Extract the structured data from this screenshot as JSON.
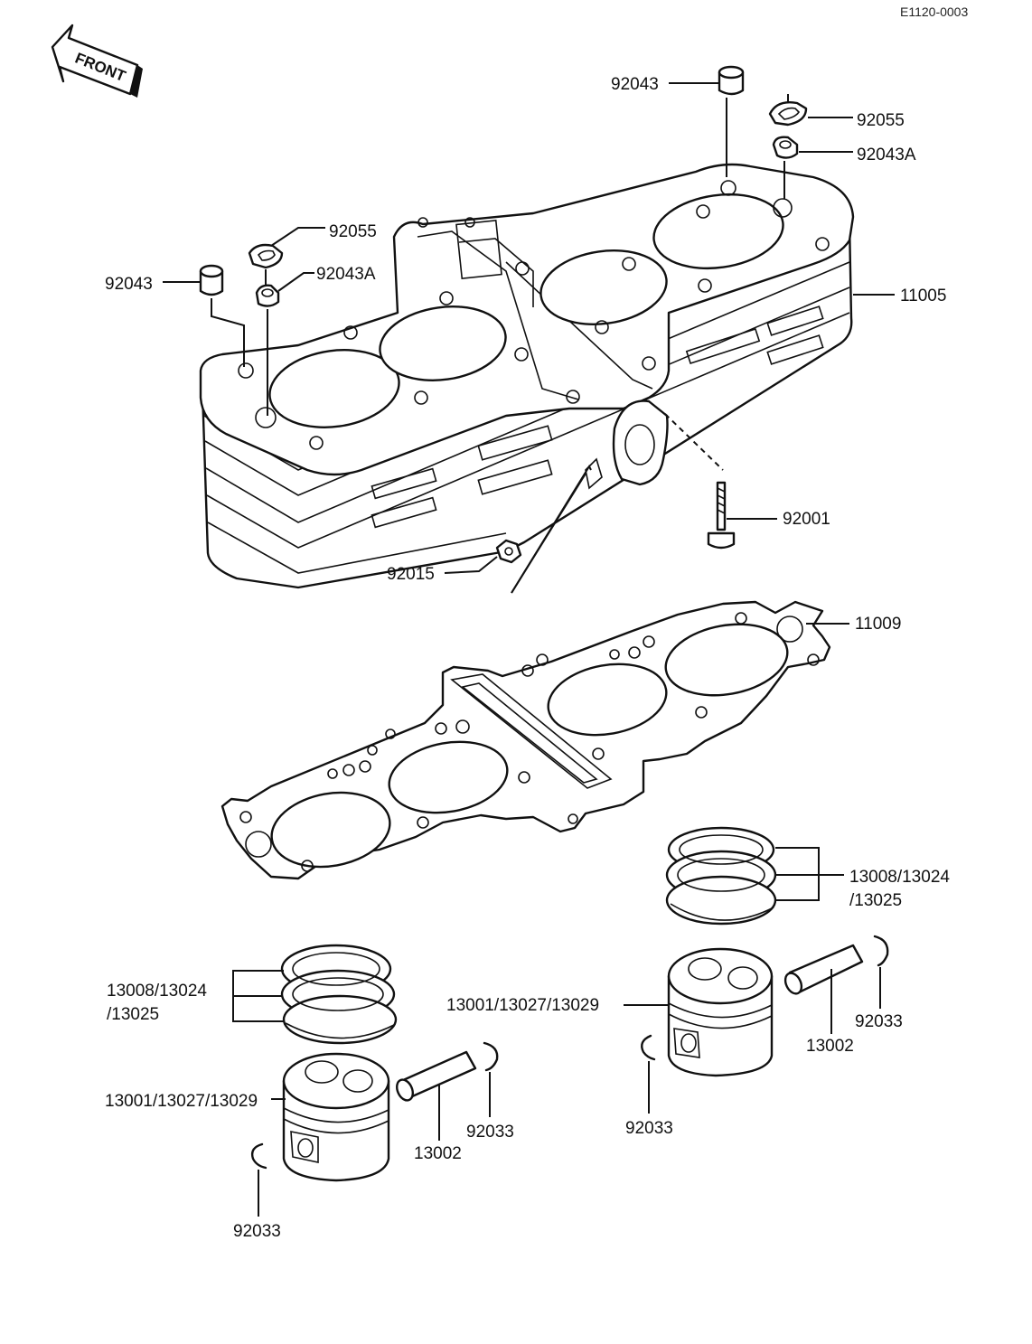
{
  "diagram_code": "E1120-0003",
  "front_arrow_text": "FRONT",
  "labels": {
    "collar_top": "92043",
    "gasket_o_ring_top": "92055",
    "collar_a_top": "92043A",
    "cylinder": "11005",
    "o_ring_left": "92055",
    "collar_left": "92043",
    "collar_a_left": "92043A",
    "bolt": "92001",
    "nut": "92015",
    "head_gasket": "11009",
    "rings_right_line1": "13008/13024",
    "rings_right_line2": "/13025",
    "rings_left_line1": "13008/13024",
    "rings_left_line2": "/13025",
    "piston_right": "13001/13027/13029",
    "piston_left": "13001/13027/13029",
    "pin_right": "13002",
    "pin_left": "13002",
    "clip_right_outer": "92033",
    "clip_right_inner": "92033",
    "clip_left_outer": "92033",
    "clip_left_inner": "92033"
  }
}
